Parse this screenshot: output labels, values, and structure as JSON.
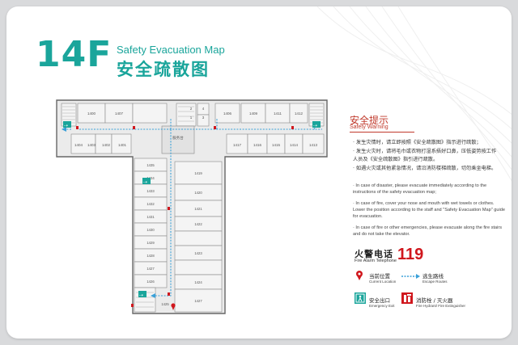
{
  "header": {
    "floor": "14F",
    "title_en": "Safety Evacuation Map",
    "title_cn": "安全疏散图"
  },
  "plan": {
    "rooms_top_left": [
      "1400",
      "1407"
    ],
    "rooms_top_right": [
      "1406",
      "1409",
      "1411",
      "1412"
    ],
    "room_left_row": [
      "1404",
      "1403",
      "1402",
      "1401"
    ],
    "room_right_row": [
      "1417",
      "1416",
      "1415",
      "1414",
      "1413"
    ],
    "stairs_labels": [
      "4",
      "3",
      "2",
      "1"
    ],
    "service_label": "服务台",
    "rooms_stem_left": [
      "1435",
      "1434",
      "1433",
      "1432",
      "1431",
      "1430",
      "1429",
      "1428",
      "1427",
      "1426",
      "1425"
    ],
    "rooms_stem_right": [
      "1419",
      "1420",
      "1421",
      "1422",
      "1423",
      "1424"
    ],
    "rooms_stem_right_bottom": [
      "1427"
    ]
  },
  "warning": {
    "title_cn": "安全提示",
    "title_en": "Safety Warning",
    "cn_items": [
      "· 发生灾情时，请立即按照《安全疏散图》指示进行疏散；",
      "· 发生火灾时，请将毛巾或衣物打湿系捂好口鼻，压低姿势按工作人员及《安全疏散图》指引进行疏散。",
      "· 如遇火灾或其他紧急情况，请沿消防楼梯疏散，切勿乘坐电梯。"
    ],
    "en_items": [
      "· In case of disaster, please evacuate immediately according to the instructions of the safety evacuation map;",
      "· In case of fire, cover your nose and mouth with wet towels or clothes. Lower the position according to the staff and \"Safety Evacuation Map\" guide for evacuation.",
      "· In case of fire or other emergencies, please evacuate along the fire stairs and do not take the elevator."
    ]
  },
  "alarm": {
    "label_cn": "火警电话",
    "label_en": "Fire Alarm Telephone",
    "number": "119"
  },
  "legend": {
    "current_cn": "当前位置",
    "current_en": "Current Location",
    "escape_cn": "逃生路线",
    "escape_en": "Escape Routes",
    "exit_cn": "安全出口",
    "exit_en": "Emergency Exit",
    "hydrant_cn": "消防栓 / 灭火器",
    "hydrant_en": "Fire Hydrant/ Fire Extinguisher"
  },
  "colors": {
    "accent": "#1aa59b",
    "alarm": "#d0171d",
    "route": "#3aa0d8",
    "exit": "#1aa59b",
    "plan_fill": "#e8e8e8",
    "plan_wall": "#777777"
  },
  "icons": [
    "location-pin-icon",
    "dotted-arrow-icon",
    "emergency-exit-icon",
    "fire-hydrant-icon"
  ]
}
